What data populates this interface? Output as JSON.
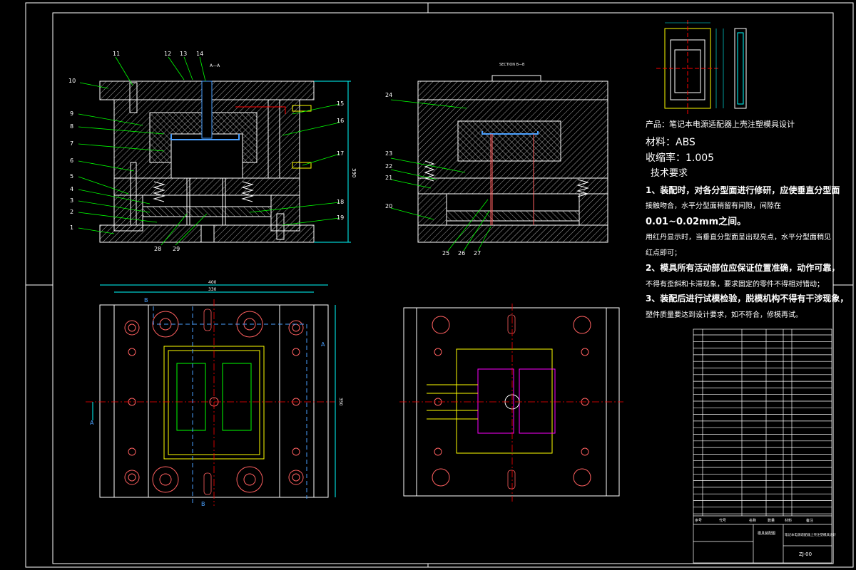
{
  "drawing": {
    "section_label_a": "A—A",
    "section_label_b": "SECTION B—B",
    "callouts_left": [
      "11",
      "12",
      "13",
      "14",
      "10",
      "9",
      "8",
      "7",
      "6",
      "5",
      "4",
      "3",
      "2",
      "1",
      "15",
      "16",
      "17",
      "18",
      "19",
      "28",
      "29"
    ],
    "callouts_right": [
      "24",
      "23",
      "22",
      "21",
      "20",
      "25",
      "26",
      "27"
    ],
    "dim_height": "390",
    "dim_width_outer": "400",
    "dim_width_inner": "330",
    "dim_side": "350",
    "view_marker_a": "A",
    "view_marker_b": "B"
  },
  "requirements": {
    "product": "产品：笔记本电源适配器上壳注塑模具设计",
    "material": "材料：ABS",
    "shrinkage": "收缩率：1.005",
    "title": "技术要求",
    "lines": [
      "1、装配时，对各分型面进行修研，应使垂直分型面",
      "接触吻合，水平分型面稍留有间隙，间隙在",
      "0.01~0.02mm之间。",
      "用红丹显示时，当垂直分型面呈出现亮点，水平分型面稍见",
      "红点即可；",
      "2、模具所有活动部位应保证位置准确，动作可靠，",
      "不得有歪斜和卡滞现象，要求固定的零件不得相对错动；",
      "3、装配后进行试模检验，脱模机构不得有干涉现象，",
      "塑件质量要达到设计要求，如不符合，修模再试。"
    ]
  },
  "title_block": {
    "drawing_no": "ZJ-00",
    "design_title": "笔记本电源适配器上壳注塑模具设计",
    "assembly": "模具装配图",
    "col_labels": [
      "序号",
      "代号",
      "名称",
      "数量",
      "材料",
      "备注"
    ]
  },
  "colors": {
    "background": "#000000",
    "frame": "#ffffff",
    "hatch": "#ffffff",
    "leader": "#00ff00",
    "dimension": "#00ffff",
    "centerline": "#ff0000",
    "hidden": "#4aa0ff",
    "accent": "#ffff00",
    "magenta": "#ff00ff"
  }
}
